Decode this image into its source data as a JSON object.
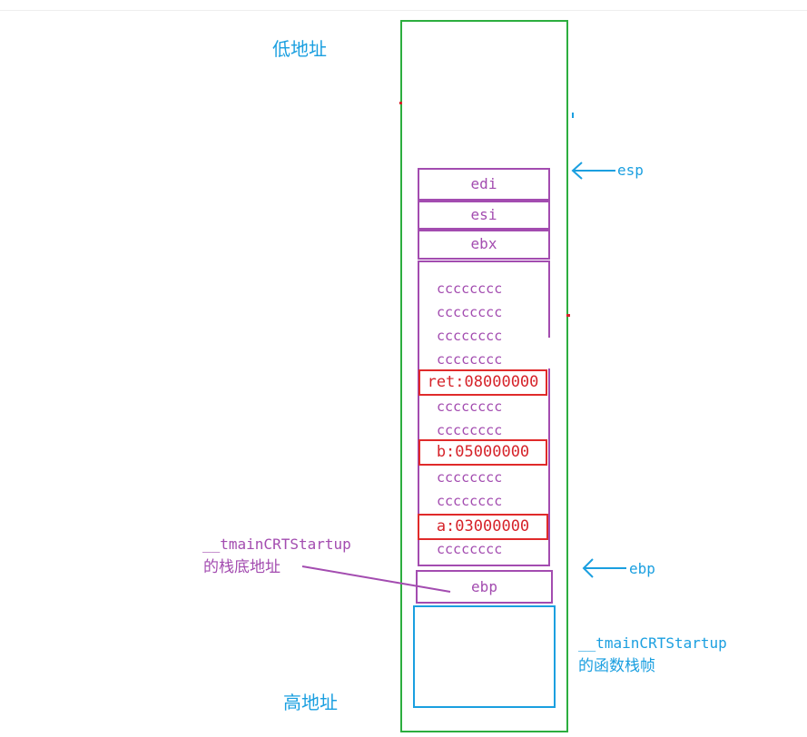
{
  "addresses": {
    "low": "低地址",
    "high": "高地址"
  },
  "registers": {
    "edi": "edi",
    "esi": "esi",
    "ebx": "ebx",
    "ebp_slot": "ebp"
  },
  "pointers": {
    "esp": "esp",
    "ebp": "ebp"
  },
  "fill_value": "cccccccc",
  "locals": [
    {
      "kind": "fill",
      "text": "cccccccc"
    },
    {
      "kind": "fill",
      "text": "cccccccc"
    },
    {
      "kind": "fill",
      "text": "cccccccc"
    },
    {
      "kind": "fill",
      "text": "cccccccc"
    },
    {
      "kind": "var",
      "text": "ret:08000000"
    },
    {
      "kind": "fill",
      "text": "cccccccc"
    },
    {
      "kind": "fill",
      "text": "cccccccc"
    },
    {
      "kind": "var",
      "text": "b:05000000"
    },
    {
      "kind": "fill",
      "text": "cccccccc"
    },
    {
      "kind": "fill",
      "text": "cccccccc"
    },
    {
      "kind": "var",
      "text": "a:03000000"
    },
    {
      "kind": "fill",
      "text": "cccccccc"
    }
  ],
  "annotations": {
    "left_line1": "__tmainCRTStartup",
    "left_line2": "的栈底地址",
    "right_line1": "__tmainCRTStartup",
    "right_line2": "的函数栈帧"
  },
  "colors": {
    "outer_frame": "#2cae3f",
    "frame_box": "#a34cb0",
    "variable_box": "#e02a2a",
    "caller_frame": "#1a9fe0",
    "label_blue": "#1a9fe0"
  }
}
